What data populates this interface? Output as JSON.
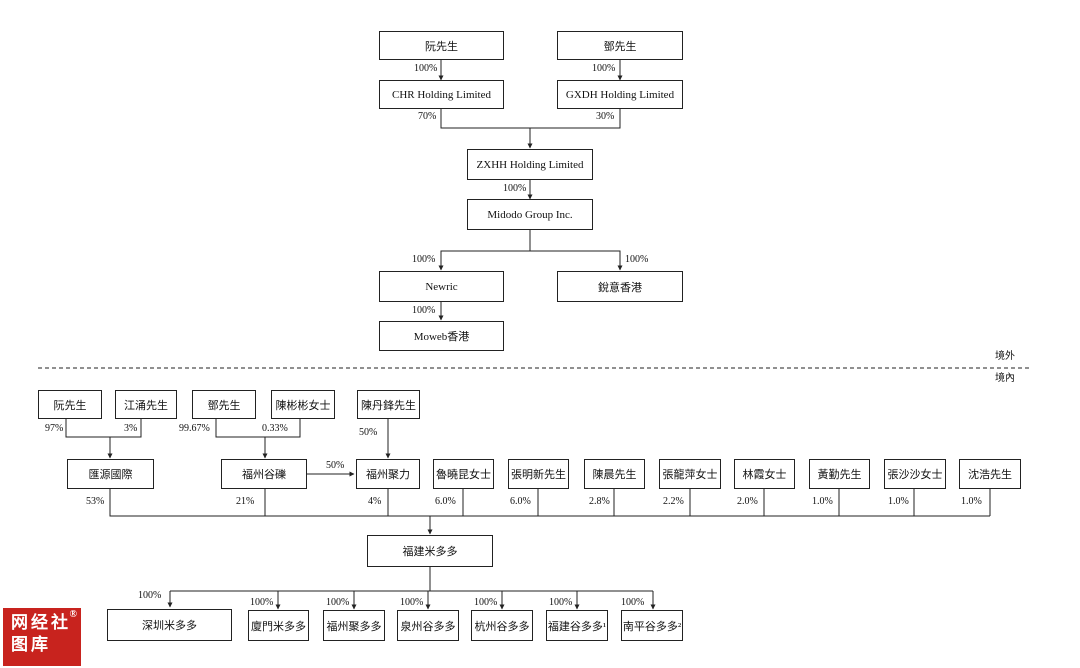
{
  "offshore": {
    "entities": {
      "ruan": "阮先生",
      "deng": "鄧先生",
      "chr": "CHR Holding Limited",
      "gxdh": "GXDH Holding Limited",
      "zxhh": "ZXHH Holding Limited",
      "midodo": "Midodo Group Inc.",
      "newric": "Newric",
      "ruiyi": "銳意香港",
      "moweb": "Moweb香港"
    },
    "percents": {
      "ruan_chr": "100%",
      "deng_gxdh": "100%",
      "chr_zxhh": "70%",
      "gxdh_zxhh": "30%",
      "zxhh_midodo": "100%",
      "midodo_newric": "100%",
      "midodo_ruiyi": "100%",
      "newric_moweb": "100%"
    }
  },
  "boundary": {
    "outside": "境外",
    "inside": "境內"
  },
  "onshore": {
    "entities": {
      "ruan": "阮先生",
      "jiang": "江涌先生",
      "deng": "鄧先生",
      "chen_binbin": "陳彬彬女士",
      "chen_danfeng": "陳丹鋒先生",
      "huiyuan": "匯源國際",
      "fuzhou_guye": "福州谷礫",
      "fuzhou_juli": "福州聚力",
      "lu": "魯曉昆女士",
      "zhang_mx": "張明新先生",
      "chen_chen": "陳晨先生",
      "zhang_lp": "張龍萍女士",
      "lin": "林霞女士",
      "huang": "黃勤先生",
      "zhang_ss": "張沙沙女士",
      "shen": "沈浩先生",
      "fujian": "福建米多多",
      "shenzhen": "深圳米多多",
      "xiamen": "廈門米多多",
      "fuzhou_jmd": "福州聚多多",
      "quanzhou": "泉州谷多多",
      "hangzhou": "杭州谷多多",
      "fujian_gu": "福建谷多多¹",
      "nanping": "南平谷多多²"
    },
    "percents": {
      "ruan_huiyuan": "97%",
      "jiang_huiyuan": "3%",
      "deng_guye": "99.67%",
      "chenbb_guye": "0.33%",
      "chendf_juli": "50%",
      "guye_juli": "50%",
      "huiyuan_fujian": "53%",
      "guye_fujian": "21%",
      "juli_fujian": "4%",
      "lu_fujian": "6.0%",
      "zhangmx_fujian": "6.0%",
      "chenchen_fujian": "2.8%",
      "zhanglp_fujian": "2.2%",
      "lin_fujian": "2.0%",
      "huang_fujian": "1.0%",
      "zhangss_fujian": "1.0%",
      "shen_fujian": "1.0%",
      "fujian_shenzhen": "100%",
      "fujian_xiamen": "100%",
      "fujian_fuzhoujmd": "100%",
      "fujian_quanzhou": "100%",
      "fujian_hangzhou": "100%",
      "fujian_fujiangu": "100%",
      "fujian_nanping": "100%"
    }
  },
  "watermark": {
    "line1": "网经社",
    "line2": "图库",
    "mark": "®"
  }
}
